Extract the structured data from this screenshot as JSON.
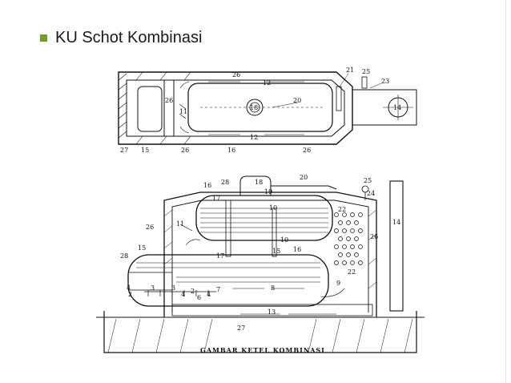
{
  "slide": {
    "title": "KU Schot Kombinasi",
    "accent_color": "#7a9a2c"
  },
  "diagram": {
    "caption": "GAMBAR KETEL KOMBINASI",
    "top_view_labels": {
      "l26a": "26",
      "l12a": "12",
      "l21": "21",
      "l25": "25",
      "l23": "23",
      "l26b": "26",
      "l11": "11",
      "l18": "18",
      "l20": "20",
      "l14": "14",
      "l12b": "12",
      "l27": "27",
      "l15": "15",
      "l26c": "26",
      "l16": "16",
      "l26d": "26"
    },
    "side_view_labels": {
      "l20": "20",
      "l16": "16",
      "l28a": "28",
      "l18": "18",
      "l25": "25",
      "l19": "19",
      "l24": "24",
      "l17a": "17",
      "l10a": "10",
      "l22a": "22",
      "l14": "14",
      "l26a": "26",
      "l11": "11",
      "l26b": "26",
      "l10b": "10",
      "l16b": "16",
      "l15a": "15",
      "l15b": "15",
      "l28b": "28",
      "l17b": "17",
      "l22b": "22",
      "l9": "9",
      "l4a": "4",
      "l3a": "3",
      "l2a": "2",
      "l3b": "3",
      "l4b": "4",
      "l2b": "2",
      "l6": "6",
      "l7": "7",
      "l4c": "4",
      "l8": "8",
      "l13": "13",
      "l27": "27"
    }
  }
}
